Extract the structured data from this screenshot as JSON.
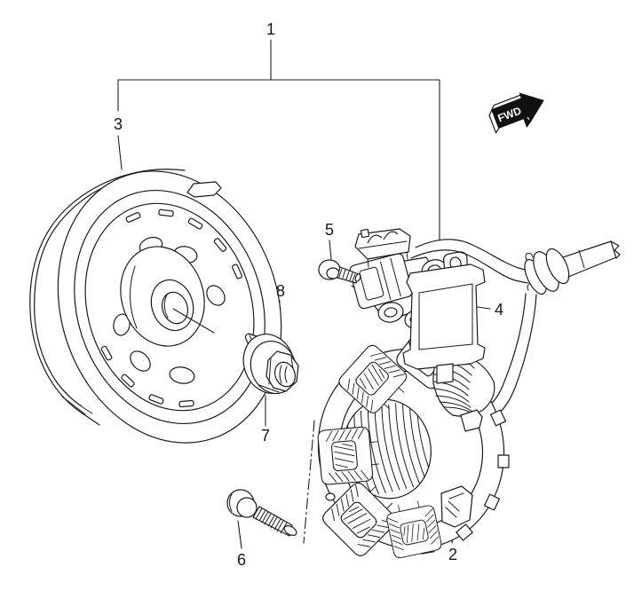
{
  "figure": {
    "background": "#ffffff",
    "line_color": "#1a1a1a"
  },
  "direction_badge": {
    "label": "FWD"
  },
  "callouts": {
    "c1": {
      "label": "1"
    },
    "c2": {
      "label": "2"
    },
    "c3": {
      "label": "3"
    },
    "c4": {
      "label": "4"
    },
    "c5": {
      "label": "5"
    },
    "c6": {
      "label": "6"
    },
    "c7": {
      "label": "7"
    },
    "c8": {
      "label": "8"
    }
  }
}
